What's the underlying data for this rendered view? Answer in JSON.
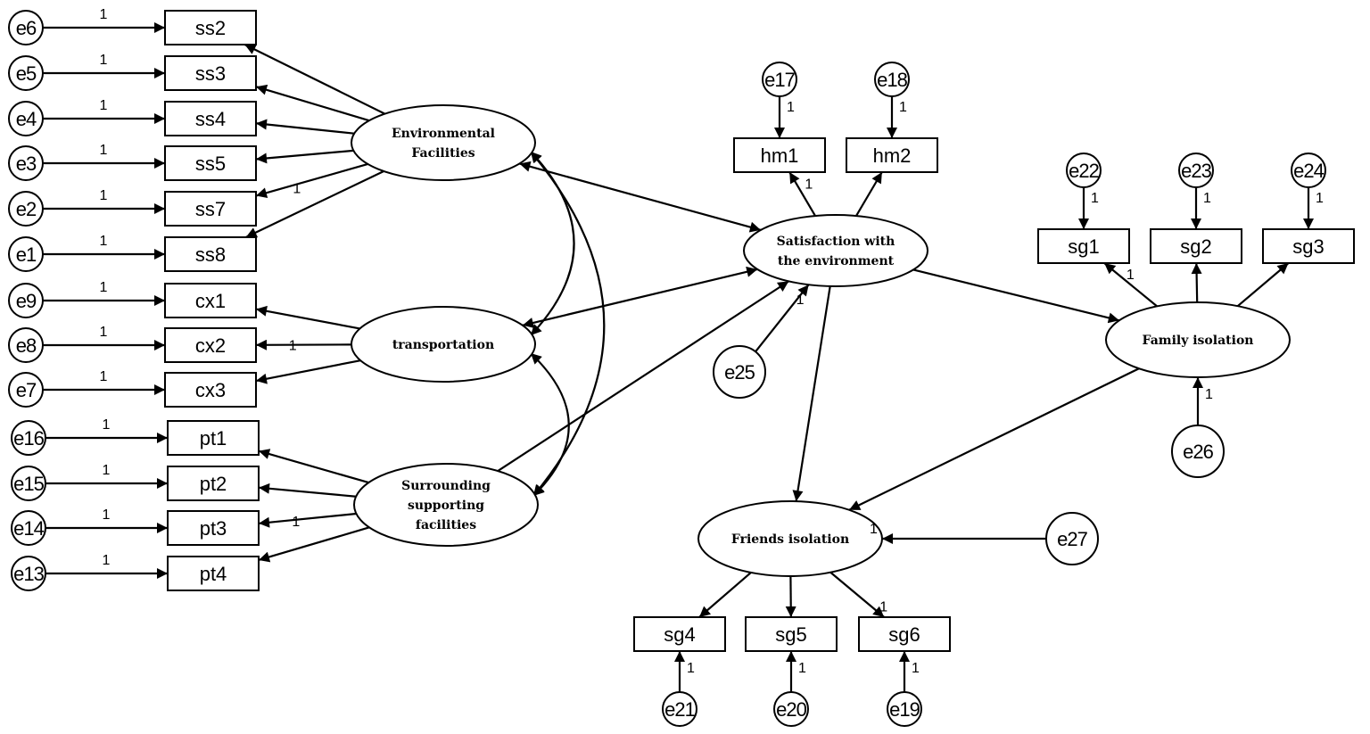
{
  "latents": [
    {
      "id": "env",
      "lines": [
        "Environmental",
        "Facilities"
      ]
    },
    {
      "id": "trans",
      "lines": [
        "transportation"
      ]
    },
    {
      "id": "surr",
      "lines": [
        "Surrounding",
        "supporting",
        "facilities"
      ]
    },
    {
      "id": "sat",
      "lines": [
        "Satisfaction with",
        "the environment"
      ]
    },
    {
      "id": "fam",
      "lines": [
        "Family isolation"
      ]
    },
    {
      "id": "fri",
      "lines": [
        "Friends isolation"
      ]
    }
  ],
  "indicators": [
    {
      "id": "ss2",
      "label": "ss2"
    },
    {
      "id": "ss3",
      "label": "ss3"
    },
    {
      "id": "ss4",
      "label": "ss4"
    },
    {
      "id": "ss5",
      "label": "ss5"
    },
    {
      "id": "ss7",
      "label": "ss7"
    },
    {
      "id": "ss8",
      "label": "ss8"
    },
    {
      "id": "cx1",
      "label": "cx1"
    },
    {
      "id": "cx2",
      "label": "cx2"
    },
    {
      "id": "cx3",
      "label": "cx3"
    },
    {
      "id": "pt1",
      "label": "pt1"
    },
    {
      "id": "pt2",
      "label": "pt2"
    },
    {
      "id": "pt3",
      "label": "pt3"
    },
    {
      "id": "pt4",
      "label": "pt4"
    },
    {
      "id": "hm1",
      "label": "hm1"
    },
    {
      "id": "hm2",
      "label": "hm2"
    },
    {
      "id": "sg1",
      "label": "sg1"
    },
    {
      "id": "sg2",
      "label": "sg2"
    },
    {
      "id": "sg3",
      "label": "sg3"
    },
    {
      "id": "sg4",
      "label": "sg4"
    },
    {
      "id": "sg5",
      "label": "sg5"
    },
    {
      "id": "sg6",
      "label": "sg6"
    }
  ],
  "errors": [
    {
      "id": "e6",
      "label": "e6"
    },
    {
      "id": "e5",
      "label": "e5"
    },
    {
      "id": "e4",
      "label": "e4"
    },
    {
      "id": "e3",
      "label": "e3"
    },
    {
      "id": "e2",
      "label": "e2"
    },
    {
      "id": "e1",
      "label": "e1"
    },
    {
      "id": "e9",
      "label": "e9"
    },
    {
      "id": "e8",
      "label": "e8"
    },
    {
      "id": "e7",
      "label": "e7"
    },
    {
      "id": "e16",
      "label": "e16"
    },
    {
      "id": "e15",
      "label": "e15"
    },
    {
      "id": "e14",
      "label": "e14"
    },
    {
      "id": "e13",
      "label": "e13"
    },
    {
      "id": "e17",
      "label": "e17"
    },
    {
      "id": "e18",
      "label": "e18"
    },
    {
      "id": "e22",
      "label": "e22"
    },
    {
      "id": "e23",
      "label": "e23"
    },
    {
      "id": "e24",
      "label": "e24"
    },
    {
      "id": "e21",
      "label": "e21"
    },
    {
      "id": "e20",
      "label": "e20"
    },
    {
      "id": "e19",
      "label": "e19"
    },
    {
      "id": "e25",
      "label": "e25"
    },
    {
      "id": "e26",
      "label": "e26"
    },
    {
      "id": "e27",
      "label": "e27"
    }
  ],
  "paths": [
    {
      "from": "e6",
      "to": "ss2",
      "weight": "1"
    },
    {
      "from": "e5",
      "to": "ss3",
      "weight": "1"
    },
    {
      "from": "e4",
      "to": "ss4",
      "weight": "1"
    },
    {
      "from": "e3",
      "to": "ss5",
      "weight": "1"
    },
    {
      "from": "e2",
      "to": "ss7",
      "weight": "1"
    },
    {
      "from": "e1",
      "to": "ss8",
      "weight": "1"
    },
    {
      "from": "e9",
      "to": "cx1",
      "weight": "1"
    },
    {
      "from": "e8",
      "to": "cx2",
      "weight": "1"
    },
    {
      "from": "e7",
      "to": "cx3",
      "weight": "1"
    },
    {
      "from": "e16",
      "to": "pt1",
      "weight": "1"
    },
    {
      "from": "e15",
      "to": "pt2",
      "weight": "1"
    },
    {
      "from": "e14",
      "to": "pt3",
      "weight": "1"
    },
    {
      "from": "e13",
      "to": "pt4",
      "weight": "1"
    },
    {
      "from": "env",
      "to": "ss2",
      "weight": ""
    },
    {
      "from": "env",
      "to": "ss3",
      "weight": ""
    },
    {
      "from": "env",
      "to": "ss4",
      "weight": ""
    },
    {
      "from": "env",
      "to": "ss5",
      "weight": ""
    },
    {
      "from": "env",
      "to": "ss7",
      "weight": "1"
    },
    {
      "from": "env",
      "to": "ss8",
      "weight": ""
    },
    {
      "from": "trans",
      "to": "cx1",
      "weight": ""
    },
    {
      "from": "trans",
      "to": "cx2",
      "weight": "1"
    },
    {
      "from": "trans",
      "to": "cx3",
      "weight": ""
    },
    {
      "from": "surr",
      "to": "pt1",
      "weight": ""
    },
    {
      "from": "surr",
      "to": "pt2",
      "weight": ""
    },
    {
      "from": "surr",
      "to": "pt3",
      "weight": "1"
    },
    {
      "from": "surr",
      "to": "pt4",
      "weight": ""
    },
    {
      "from": "env",
      "to": "sat",
      "weight": "",
      "bidirectional": true
    },
    {
      "from": "trans",
      "to": "sat",
      "weight": "",
      "bidirectional": true
    },
    {
      "from": "surr",
      "to": "sat",
      "weight": ""
    },
    {
      "from": "e17",
      "to": "hm1",
      "weight": "1"
    },
    {
      "from": "e18",
      "to": "hm2",
      "weight": "1"
    },
    {
      "from": "sat",
      "to": "hm1",
      "weight": "1"
    },
    {
      "from": "sat",
      "to": "hm2",
      "weight": ""
    },
    {
      "from": "e25",
      "to": "sat",
      "weight": "1"
    },
    {
      "from": "sat",
      "to": "fam",
      "weight": ""
    },
    {
      "from": "sat",
      "to": "fri",
      "weight": ""
    },
    {
      "from": "fam",
      "to": "fri",
      "weight": ""
    },
    {
      "from": "e22",
      "to": "sg1",
      "weight": "1"
    },
    {
      "from": "e23",
      "to": "sg2",
      "weight": "1"
    },
    {
      "from": "e24",
      "to": "sg3",
      "weight": "1"
    },
    {
      "from": "fam",
      "to": "sg1",
      "weight": "1"
    },
    {
      "from": "fam",
      "to": "sg2",
      "weight": ""
    },
    {
      "from": "fam",
      "to": "sg3",
      "weight": ""
    },
    {
      "from": "e26",
      "to": "fam",
      "weight": "1"
    },
    {
      "from": "e27",
      "to": "fri",
      "weight": "1"
    },
    {
      "from": "fri",
      "to": "sg4",
      "weight": ""
    },
    {
      "from": "fri",
      "to": "sg5",
      "weight": ""
    },
    {
      "from": "fri",
      "to": "sg6",
      "weight": "1"
    },
    {
      "from": "e21",
      "to": "sg4",
      "weight": "1"
    },
    {
      "from": "e20",
      "to": "sg5",
      "weight": "1"
    },
    {
      "from": "e19",
      "to": "sg6",
      "weight": "1"
    }
  ],
  "covariances": [
    {
      "from": "env",
      "to": "trans"
    },
    {
      "from": "env",
      "to": "surr"
    },
    {
      "from": "trans",
      "to": "surr"
    }
  ]
}
